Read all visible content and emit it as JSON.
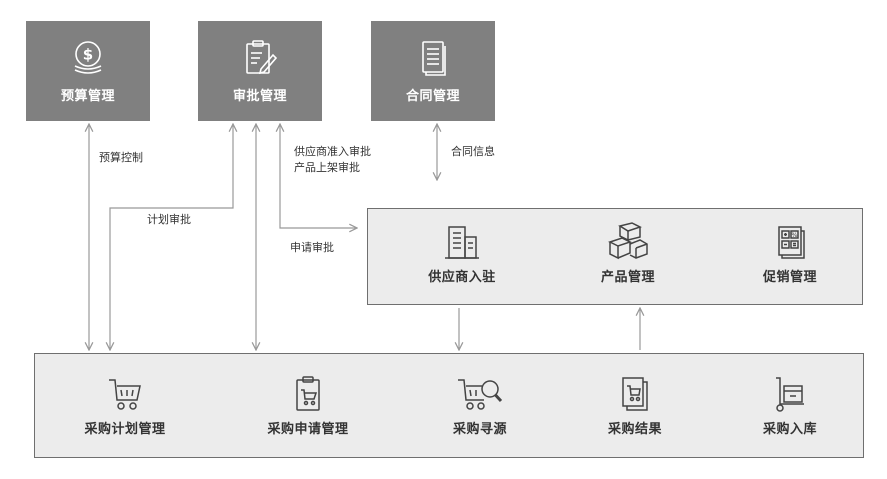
{
  "top_modules": {
    "budget": {
      "label": "预算管理",
      "icon": "dollar-coins-icon"
    },
    "approval": {
      "label": "审批管理",
      "icon": "clipboard-edit-icon"
    },
    "contract": {
      "label": "合同管理",
      "icon": "document-icon"
    }
  },
  "supplier_panel": {
    "items": [
      {
        "label": "供应商入驻",
        "icon": "building-icon"
      },
      {
        "label": "产品管理",
        "icon": "boxes-icon"
      },
      {
        "label": "促销管理",
        "icon": "calculator-icon"
      }
    ]
  },
  "procurement_panel": {
    "items": [
      {
        "label": "采购计划管理",
        "icon": "shopping-cart-icon"
      },
      {
        "label": "采购申请管理",
        "icon": "cart-clipboard-icon"
      },
      {
        "label": "采购寻源",
        "icon": "cart-search-icon"
      },
      {
        "label": "采购结果",
        "icon": "cart-document-icon"
      },
      {
        "label": "采购入库",
        "icon": "hand-truck-icon"
      }
    ]
  },
  "edge_labels": {
    "budget_control": "预算控制",
    "plan_approval": "计划审批",
    "supplier_approval_line1": "供应商准入审批",
    "supplier_approval_line2": "产品上架审批",
    "request_approval": "申请审批",
    "contract_info": "合同信息"
  },
  "colors": {
    "module_fill": "#808080",
    "panel_fill": "#ececec",
    "arrow": "#999999",
    "icon": "#444444"
  }
}
